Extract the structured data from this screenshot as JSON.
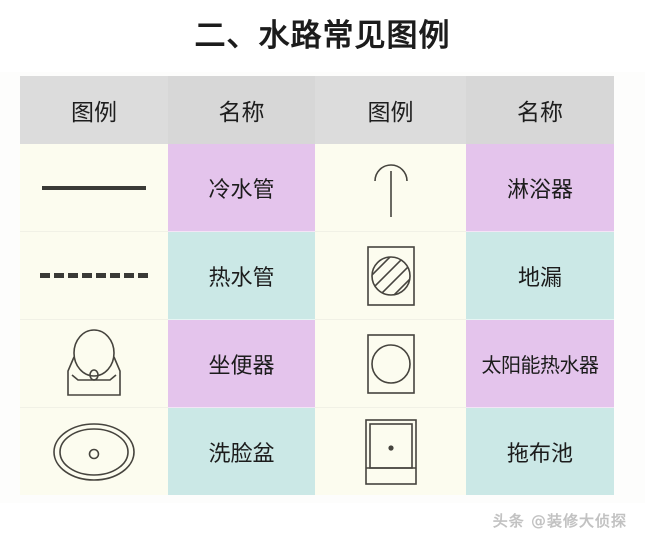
{
  "page": {
    "title": "二、水路常见图例",
    "watermark": "头条 @装修大侦探",
    "colors": {
      "header_bg": "#dcdcdc",
      "symbol_bg": "#fcfcef",
      "name_purple": "#e4c4ec",
      "name_teal": "#cbe8e6",
      "ink": "#46443e",
      "text": "#1c1c1c"
    }
  },
  "table": {
    "headers": [
      "图例",
      "名称",
      "图例",
      "名称"
    ],
    "rows": [
      {
        "left": {
          "icon": "solid-line-icon",
          "name": "冷水管",
          "tint": "purple"
        },
        "right": {
          "icon": "shower-head-icon",
          "name": "淋浴器",
          "tint": "purple"
        }
      },
      {
        "left": {
          "icon": "dashed-line-icon",
          "name": "热水管",
          "tint": "teal"
        },
        "right": {
          "icon": "floor-drain-icon",
          "name": "地漏",
          "tint": "teal"
        }
      },
      {
        "left": {
          "icon": "toilet-icon",
          "name": "坐便器",
          "tint": "purple"
        },
        "right": {
          "icon": "solar-heater-icon",
          "name": "太阳能热水器",
          "tint": "purple"
        }
      },
      {
        "left": {
          "icon": "washbasin-icon",
          "name": "洗脸盆",
          "tint": "teal"
        },
        "right": {
          "icon": "mop-sink-icon",
          "name": "拖布池",
          "tint": "teal"
        }
      }
    ]
  }
}
